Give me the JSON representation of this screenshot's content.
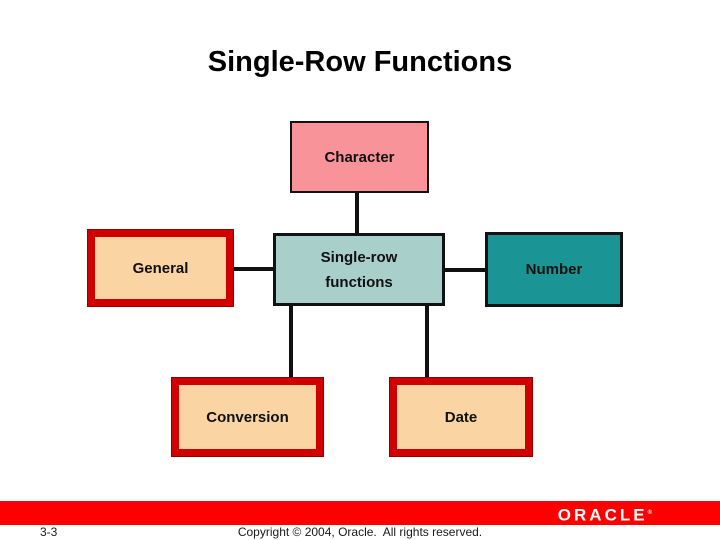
{
  "slide": {
    "title": "Single-Row Functions",
    "page_number": "3-3",
    "copyright": "Copyright © 2004, Oracle.  All rights reserved.",
    "logo_text": "ORACLE",
    "logo_registered": "®"
  },
  "diagram": {
    "nodes": [
      {
        "id": "character",
        "label": "Character",
        "style": "pink-black-border"
      },
      {
        "id": "general",
        "label": "General",
        "style": "peach-red-border"
      },
      {
        "id": "single-row",
        "label": "Single-row functions",
        "style": "light-teal-black-border"
      },
      {
        "id": "number",
        "label": "Number",
        "style": "teal-black-border"
      },
      {
        "id": "conversion",
        "label": "Conversion",
        "style": "peach-red-border"
      },
      {
        "id": "date",
        "label": "Date",
        "style": "peach-red-border"
      }
    ],
    "edges": [
      "character - single-row",
      "general - single-row",
      "single-row - number",
      "single-row - conversion",
      "single-row - date"
    ]
  },
  "colors": {
    "title_text": "#000000",
    "node_pink_fill": "#f9939a",
    "node_peach_fill": "#fbd4a3",
    "node_light_teal_fill": "#a9cfcb",
    "node_teal_fill": "#1a9494",
    "node_red_border": "#d10000",
    "node_black_border": "#121212",
    "connector_black": "#101010",
    "footer_bar_red": "#fd0000",
    "logo_text_white": "#ffffff"
  }
}
